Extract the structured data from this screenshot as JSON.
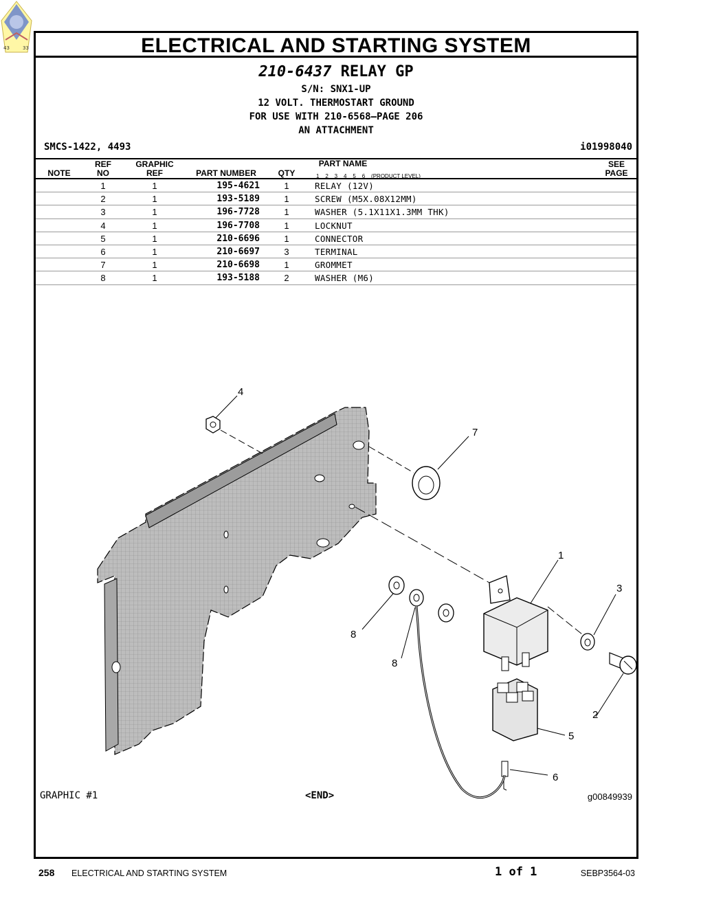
{
  "page_title": "ELECTRICAL AND STARTING SYSTEM",
  "group": {
    "part_number": "210-6437",
    "name": "RELAY GP",
    "lines": [
      "S/N: SNX1-UP",
      "12 VOLT. THERMOSTART GROUND",
      "FOR USE WITH 210-6568—PAGE 206",
      "AN ATTACHMENT"
    ]
  },
  "smcs": "SMCS-1422, 4493",
  "illustration_id": "i01998040",
  "table": {
    "headers": {
      "note": "NOTE",
      "ref_no": [
        "REF",
        "NO"
      ],
      "graphic_ref": [
        "GRAPHIC",
        "REF"
      ],
      "part_number": "PART NUMBER",
      "qty": "QTY",
      "part_name": "PART NAME",
      "levels": "1    2    3    4    5    6    (PRODUCT LEVEL)",
      "see_page": [
        "SEE",
        "PAGE"
      ]
    },
    "rows": [
      {
        "ref": "1",
        "gref": "1",
        "pn": "195-4621",
        "qty": "1",
        "name": "RELAY (12V)"
      },
      {
        "ref": "2",
        "gref": "1",
        "pn": "193-5189",
        "qty": "1",
        "name": "SCREW (M5X.08X12MM)"
      },
      {
        "ref": "3",
        "gref": "1",
        "pn": "196-7728",
        "qty": "1",
        "name": "WASHER (5.1X11X1.3MM THK)"
      },
      {
        "ref": "4",
        "gref": "1",
        "pn": "196-7708",
        "qty": "1",
        "name": "LOCKNUT"
      },
      {
        "ref": "5",
        "gref": "1",
        "pn": "210-6696",
        "qty": "1",
        "name": "CONNECTOR"
      },
      {
        "ref": "6",
        "gref": "1",
        "pn": "210-6697",
        "qty": "3",
        "name": "TERMINAL"
      },
      {
        "ref": "7",
        "gref": "1",
        "pn": "210-6698",
        "qty": "1",
        "name": "GROMMET"
      },
      {
        "ref": "8",
        "gref": "1",
        "pn": "193-5188",
        "qty": "2",
        "name": "WASHER (M6)"
      }
    ]
  },
  "drawing": {
    "callouts": [
      "4",
      "7",
      "1",
      "3",
      "2",
      "5",
      "6",
      "8",
      "8"
    ]
  },
  "graphic_label": "GRAPHIC #1",
  "end_marker": "<END>",
  "graphic_id": "g00849939",
  "footer": {
    "page_number": "258",
    "section_title": "ELECTRICAL AND STARTING SYSTEM",
    "page_count": "1 of 1",
    "doc_number": "SEBP3564-03"
  },
  "logo": {
    "left_number": "43",
    "right_number": "33"
  }
}
